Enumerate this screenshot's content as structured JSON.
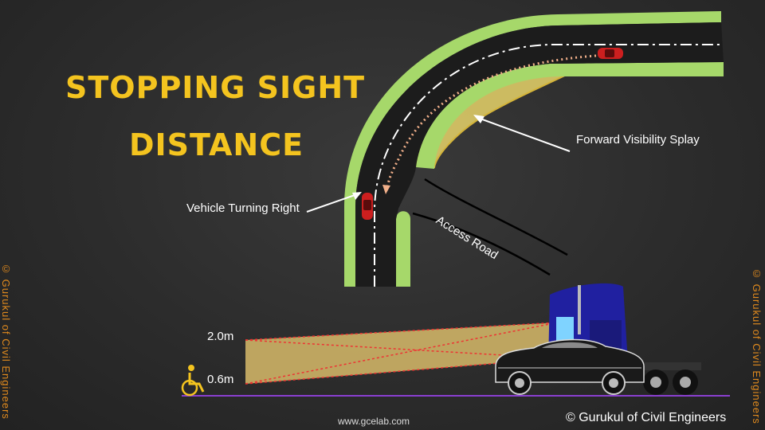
{
  "title_line1": "STOPPING SIGHT",
  "title_line2": "DISTANCE",
  "labels": {
    "forward_splay": "Forward Visibility Splay",
    "vehicle_turning": "Vehicle Turning Right",
    "access_road": "Access Road"
  },
  "heights": {
    "upper": "2.0m",
    "lower": "0.6m"
  },
  "website": "www.gcelab.com",
  "copyright": "© Gurukul of Civil Engineers",
  "side_watermark": "© Gurukul  of Civil Engineers",
  "colors": {
    "title": "#f4c41f",
    "road_edge": "#a6d86a",
    "splay": "#e8d36a",
    "car": "#cc1f1f",
    "watermark": "#e08a1e"
  }
}
